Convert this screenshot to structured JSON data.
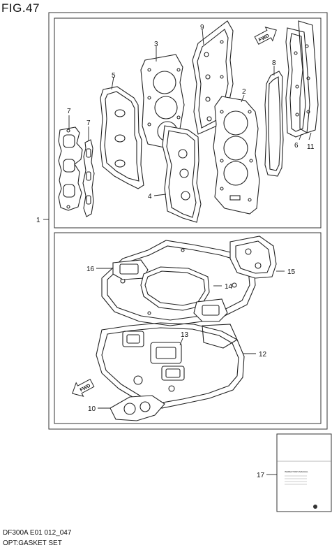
{
  "figure": {
    "title": "FIG.47"
  },
  "callouts": {
    "c1": "1",
    "c2": "2",
    "c3": "3",
    "c4": "4",
    "c5": "5",
    "c6": "6",
    "c7a": "7",
    "c7b": "7",
    "c8": "8",
    "c9": "9",
    "c10": "10",
    "c11": "11",
    "c12": "12",
    "c13": "13",
    "c14": "14",
    "c15": "15",
    "c16": "16",
    "c17": "17"
  },
  "arrows": {
    "fwd_top": "FWD",
    "fwd_bottom": "FWD"
  },
  "manual": {
    "title": "INSPECTIONS MANUAL"
  },
  "footer": {
    "code": "DF300A E01 012_047",
    "name": "OPT:GASKET SET"
  }
}
